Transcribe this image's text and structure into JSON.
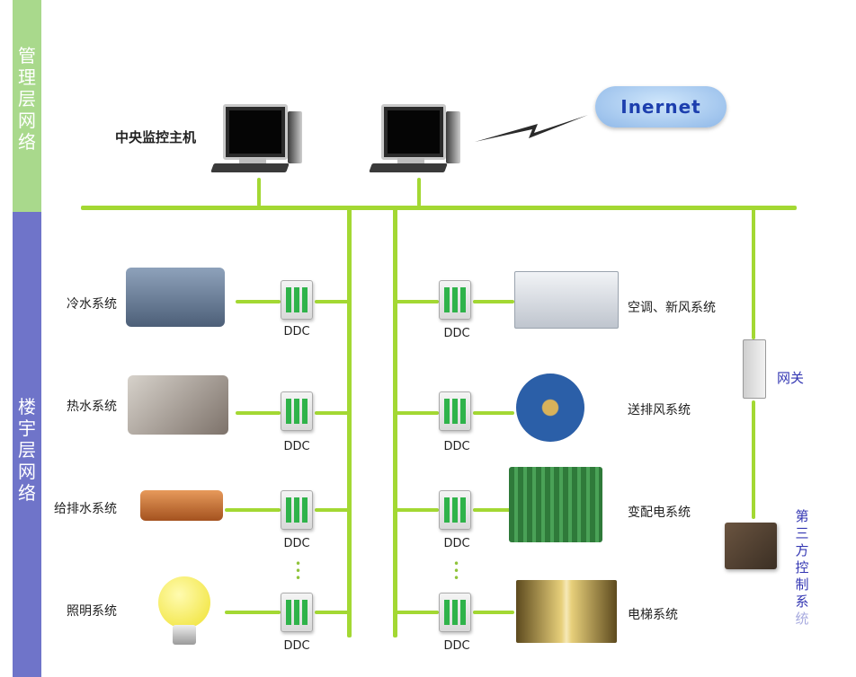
{
  "bands": {
    "management": [
      "管",
      "理",
      "层",
      "网",
      "络"
    ],
    "building": [
      "楼",
      "宇",
      "层",
      "网",
      "络"
    ]
  },
  "central": {
    "label": "中央监控主机"
  },
  "internet": {
    "label": "Inernet"
  },
  "left_systems": [
    {
      "name": "冷水系统",
      "ddc": "DDC",
      "icon": "chiller-icon",
      "color": "#6a7f9a"
    },
    {
      "name": "热水系统",
      "ddc": "DDC",
      "icon": "boiler-icon",
      "color": "#8a7f76"
    },
    {
      "name": "给排水系统",
      "ddc": "DDC",
      "icon": "pump-icon",
      "color": "#c76b2c"
    },
    {
      "name": "照明系统",
      "ddc": "DDC",
      "icon": "light-bulb-icon",
      "color": "#f2e640"
    }
  ],
  "right_systems": [
    {
      "name": "空调、新风系统",
      "ddc": "DDC",
      "icon": "air-handler-icon",
      "color": "#d8dce2"
    },
    {
      "name": "送排风系统",
      "ddc": "DDC",
      "icon": "fan-icon",
      "color": "#2b5fa8"
    },
    {
      "name": "变配电系统",
      "ddc": "DDC",
      "icon": "transformer-icon",
      "color": "#3f8f4a"
    },
    {
      "name": "电梯系统",
      "ddc": "DDC",
      "icon": "elevator-icon",
      "color": "#b89a3c"
    }
  ],
  "gateway": {
    "label": "网关"
  },
  "third_party": {
    "chars": [
      "第",
      "三",
      "方",
      "控",
      "制",
      "系",
      "统"
    ]
  }
}
